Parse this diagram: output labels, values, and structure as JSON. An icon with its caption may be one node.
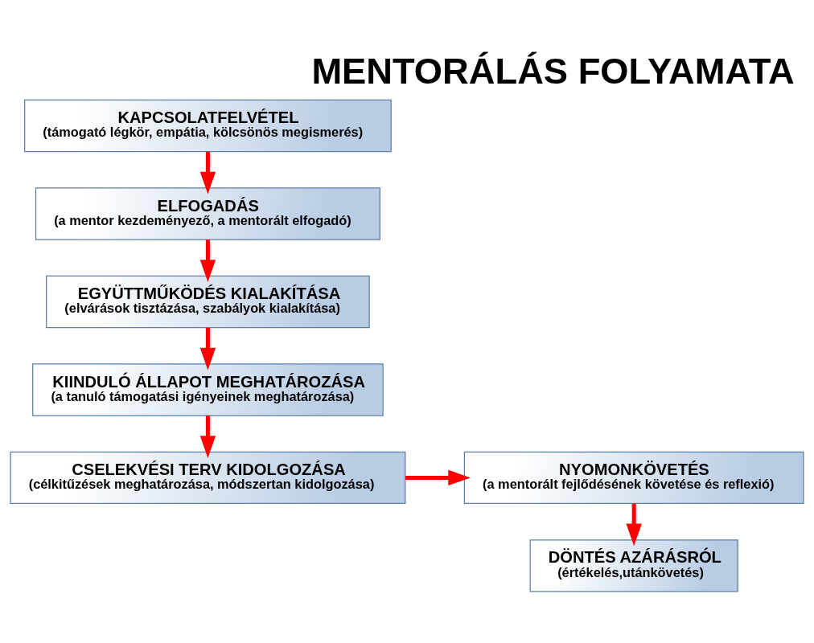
{
  "diagram": {
    "title": "MENTORÁLÁS FOLYAMATA",
    "nodes": [
      {
        "text": [
          "KAPCSOLATFELVÉTEL",
          "(támogató légkör, empátia, kölcsönös megismerés)"
        ]
      },
      {
        "text": [
          "ELFOGADÁS",
          "(a mentor kezdeményező, a mentorált elfogadó)"
        ]
      },
      {
        "text": [
          "EGYÜTTMŰKÖDÉS KIALAKÍTÁSA",
          "(elvárások tisztázása, szabályok kialakítása)"
        ]
      },
      {
        "text": [
          "KIINDULÓ ÁLLAPOT MEGHATÁROZÁSA",
          "(a tanuló támogatási igényeinek meghatározása)"
        ]
      },
      {
        "text": [
          "CSELEKVÉSI TERV KIDOLGOZÁSA",
          "(célkitűzések meghatározása, módszertan kidolgozása)"
        ]
      },
      {
        "text": [
          "NYOMONKÖVETÉS",
          "(a mentorált fejlődésének követése és reflexió)"
        ]
      },
      {
        "text": [
          "DÖNTÉS AZÁRÁSRÓL",
          "(értékelés,utánkövetés)"
        ]
      }
    ],
    "edges": [
      {
        "from": 0,
        "to": 1,
        "arrow": "to"
      },
      {
        "from": 1,
        "to": 2,
        "arrow": "to"
      },
      {
        "from": 2,
        "to": 3,
        "arrow": "to"
      },
      {
        "from": 3,
        "to": 4,
        "arrow": "to"
      },
      {
        "from": 4,
        "to": 5,
        "arrow": "to"
      },
      {
        "from": 5,
        "to": 6,
        "arrow": "to"
      }
    ]
  }
}
